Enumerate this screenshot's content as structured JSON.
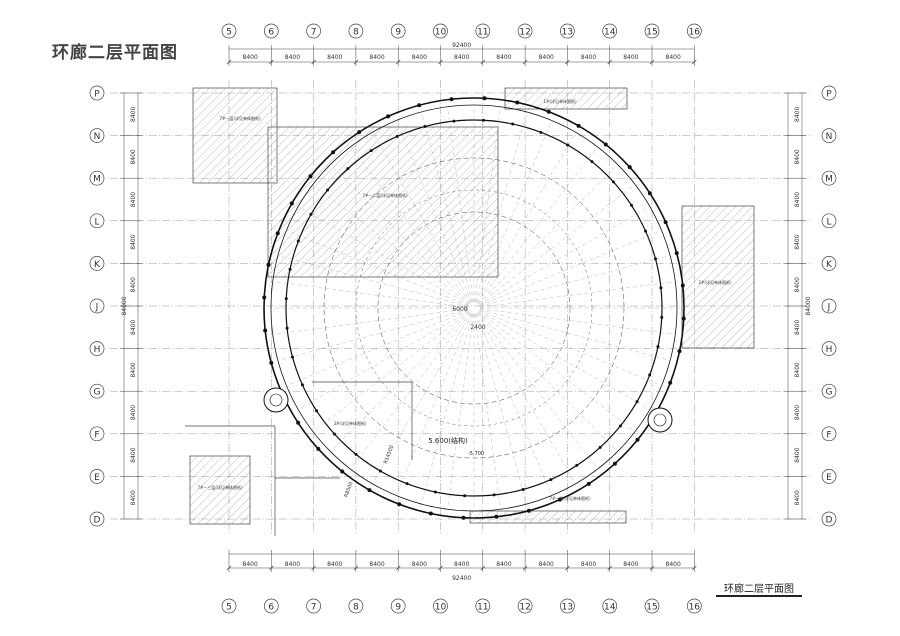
{
  "drawing": {
    "title": "环廊二层平面图",
    "caption": "环廊二层平面图",
    "colors": {
      "line": "#444444",
      "grid": "#9a9a9a",
      "hatch": "#bbbbbb",
      "accent": "#111111"
    },
    "col_axes": [
      "5",
      "6",
      "7",
      "8",
      "9",
      "10",
      "11",
      "12",
      "13",
      "14",
      "15",
      "16"
    ],
    "row_axes": [
      "P",
      "N",
      "M",
      "L",
      "K",
      "J",
      "H",
      "G",
      "F",
      "E",
      "D"
    ],
    "span_label": "8400",
    "total_h": "92400",
    "total_v": "84000",
    "dim_center_a": "6000",
    "dim_center_b": "2400",
    "level_main": "5.600(结构)",
    "level_sub": "-5.700",
    "zone_labels": [
      "7#—层(详见单体图纸)",
      "1#(详见单体图纸)",
      "7#—二层(详见单体图纸)",
      "2#(详见单体图纸)",
      "7#—三层(详见单体图纸)",
      "7#—楼(详见单体图纸)",
      "3#(详见单体图纸)"
    ],
    "ramp_labels": [
      "R8500",
      "R14500"
    ]
  }
}
